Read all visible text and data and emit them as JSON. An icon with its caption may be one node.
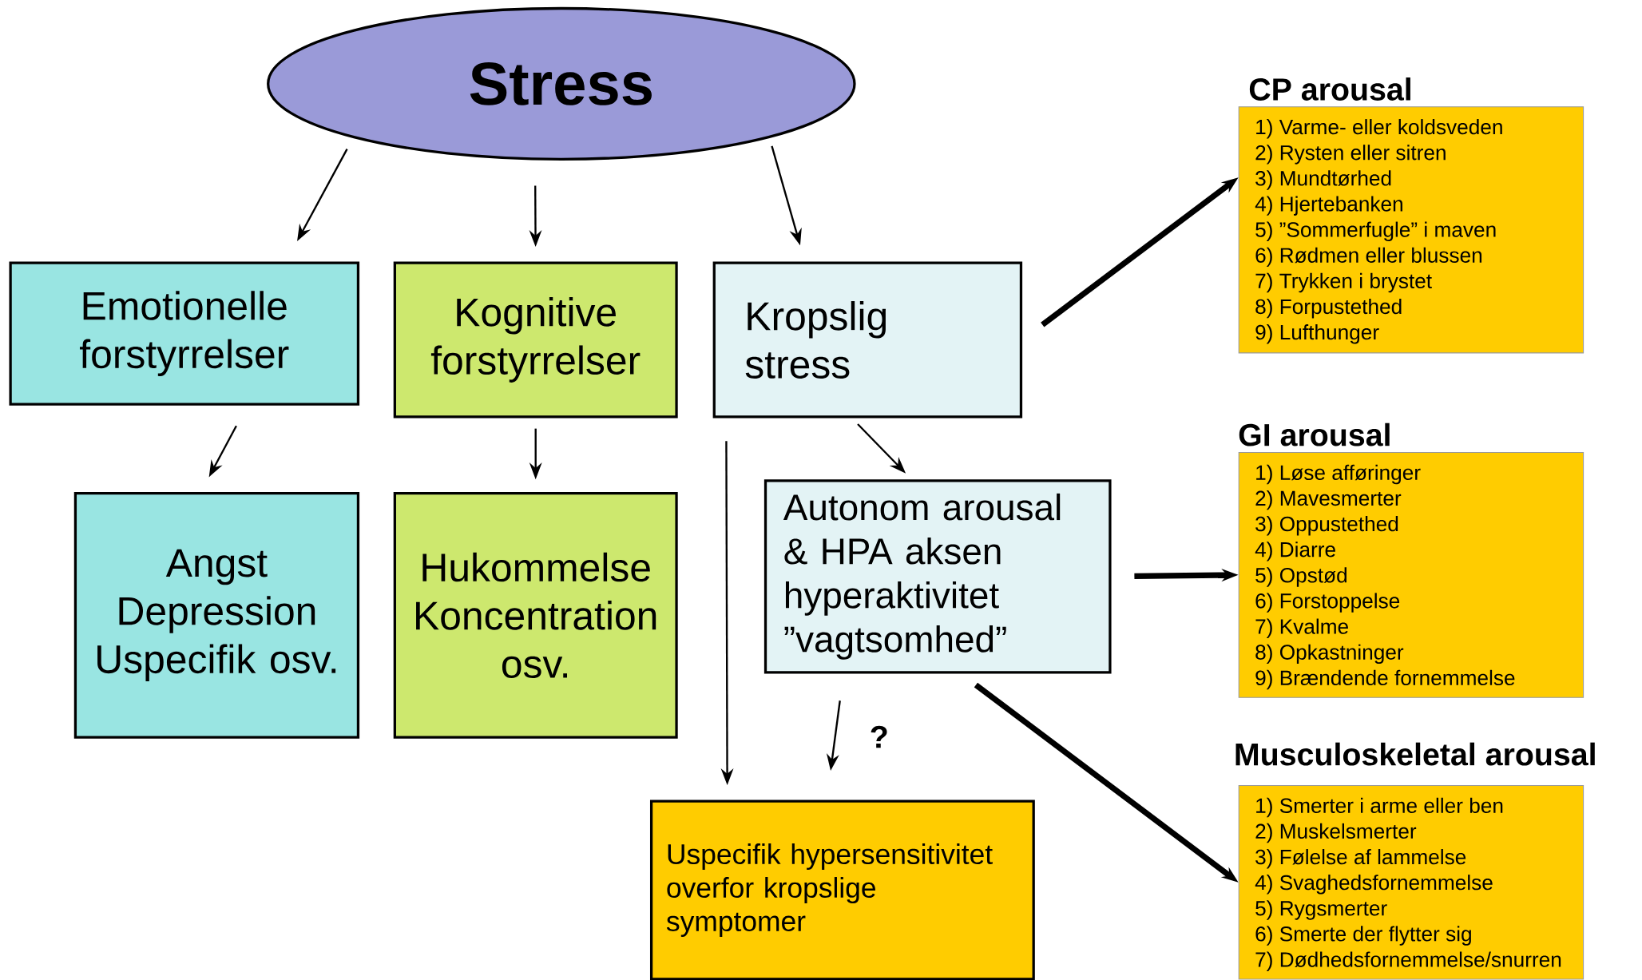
{
  "diagram": {
    "nodes": [
      {
        "text": [
          "Stress"
        ]
      },
      {
        "text": [
          "Emotionelle forstyrrelser"
        ]
      },
      {
        "text": [
          "Kognitive forstyrrelser"
        ]
      },
      {
        "text": [
          "Kropslig stress"
        ]
      },
      {
        "text": [
          "Angst Depression Uspecifik osv."
        ]
      },
      {
        "text": [
          "Hukommelse Koncentration osv."
        ]
      },
      {
        "text": [
          "Autonom arousal & HPA aksen hyperaktivitet ”vagtsomhed”"
        ]
      },
      {
        "text": [
          "Uspecifik hypersensitivitet overfor kropslige symptomer"
        ]
      },
      {
        "text": [
          "CP arousal",
          "1) Varme- eller koldsveden",
          "2) Rysten eller sitren",
          "3) Mundtørhed",
          "4) Hjertebanken",
          "5) ”Sommerfugle” i maven",
          "6) Rødmen eller blussen",
          "7) Trykken i brystet",
          "8) Forpustethed",
          "9) Lufthunger"
        ]
      },
      {
        "text": [
          "GI arousal",
          "1) Løse afføringer",
          "2) Mavesmerter",
          "3) Oppustethed",
          "4) Diarre",
          "5) Opstød",
          "6) Forstoppelse",
          "7) Kvalme",
          "8) Opkastninger",
          "9) Brændende fornemmelse"
        ]
      },
      {
        "text": [
          "Musculoskeletal arousal",
          "1) Smerter i arme eller ben",
          "2) Muskelsmerter",
          "3) Følelse af lammelse",
          "4) Svaghedsfornemmelse",
          "5) Rygsmerter",
          "6) Smerte der flytter sig",
          "7) Dødhedsfornemmelse/snurren"
        ]
      }
    ],
    "edges": [
      {
        "from": 0,
        "to": 1,
        "arrow": "to"
      },
      {
        "from": 0,
        "to": 2,
        "arrow": "to"
      },
      {
        "from": 0,
        "to": 3,
        "arrow": "to"
      },
      {
        "from": 1,
        "to": 4,
        "arrow": "to"
      },
      {
        "from": 2,
        "to": 5,
        "arrow": "to"
      },
      {
        "from": 3,
        "to": 6,
        "arrow": "to"
      },
      {
        "from": 3,
        "to": 7,
        "arrow": "to"
      },
      {
        "from": 6,
        "to": 7,
        "arrow": "to",
        "label": "?"
      },
      {
        "from": 3,
        "to": 8,
        "arrow": "to",
        "style": "thick"
      },
      {
        "from": 6,
        "to": 9,
        "arrow": "to",
        "style": "thick"
      },
      {
        "from": 6,
        "to": 10,
        "arrow": "to",
        "style": "thick"
      }
    ]
  }
}
